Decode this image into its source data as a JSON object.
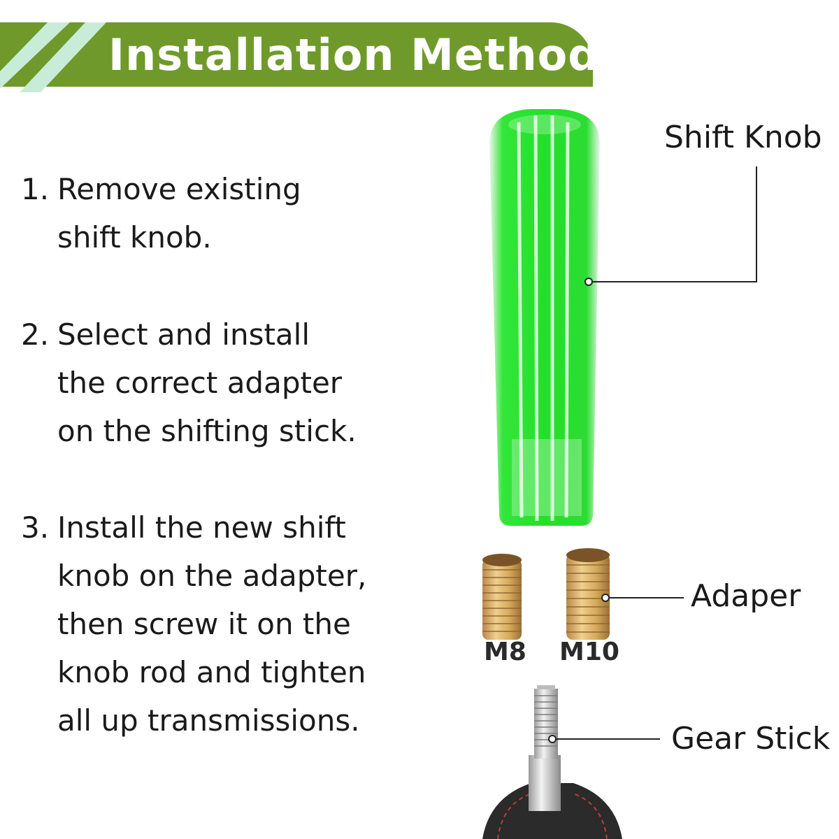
{
  "header": {
    "title": "Installation Method"
  },
  "steps": [
    {
      "number": "1.",
      "lines": [
        "Remove existing",
        "shift knob."
      ]
    },
    {
      "number": "2.",
      "lines": [
        "Select and install",
        "the correct adapter",
        "on the shifting stick."
      ]
    },
    {
      "number": "3.",
      "lines": [
        "Install the new shift",
        "knob on the adapter,",
        "then screw it on the",
        "knob rod and tighten",
        "all up transmissions."
      ]
    }
  ],
  "callouts": {
    "shift_knob": "Shift Knob",
    "adapter": "Adaper",
    "gear_stick": "Gear Stick"
  },
  "adapter_sizes": {
    "small": "M8",
    "large": "M10"
  },
  "colors": {
    "banner": "#6f9a2b",
    "knob": "#22e02a",
    "brass": "#d4a85a"
  }
}
